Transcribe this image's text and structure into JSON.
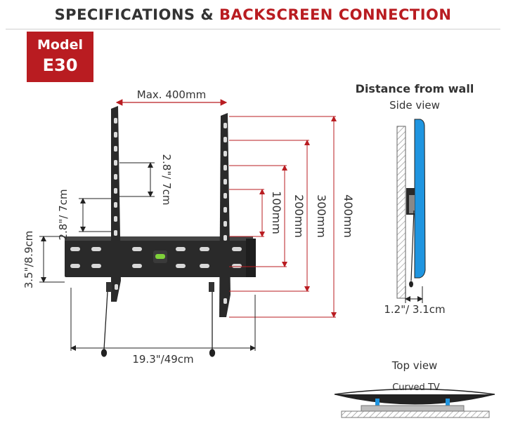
{
  "header": {
    "title_part1": "SPECIFICATIONS & ",
    "title_part2": "BACKSCREEN CONNECTION",
    "color_dark": "#333333",
    "color_accent": "#b91c21"
  },
  "model_badge": {
    "label": "Model",
    "name": "E30",
    "color": "#b91c21"
  },
  "front_view": {
    "max_width": "Max. 400mm",
    "vertical_dims": [
      "100mm",
      "200mm",
      "300mm",
      "400mm"
    ],
    "slot_pitch": "2.8\"/ 7cm",
    "slot_pitch_2": "2.8\"/ 7cm",
    "plate_height": "3.5\"/8.9cm",
    "plate_width": "19.3\"/49cm"
  },
  "side_view": {
    "title": "Distance from wall",
    "subtitle": "Side view",
    "depth": "1.2\"/ 3.1cm",
    "tv_color": "#1f95e0"
  },
  "top_view": {
    "title": "Top view",
    "tv_label": "Curved TV",
    "accent_color": "#1f95e0"
  }
}
